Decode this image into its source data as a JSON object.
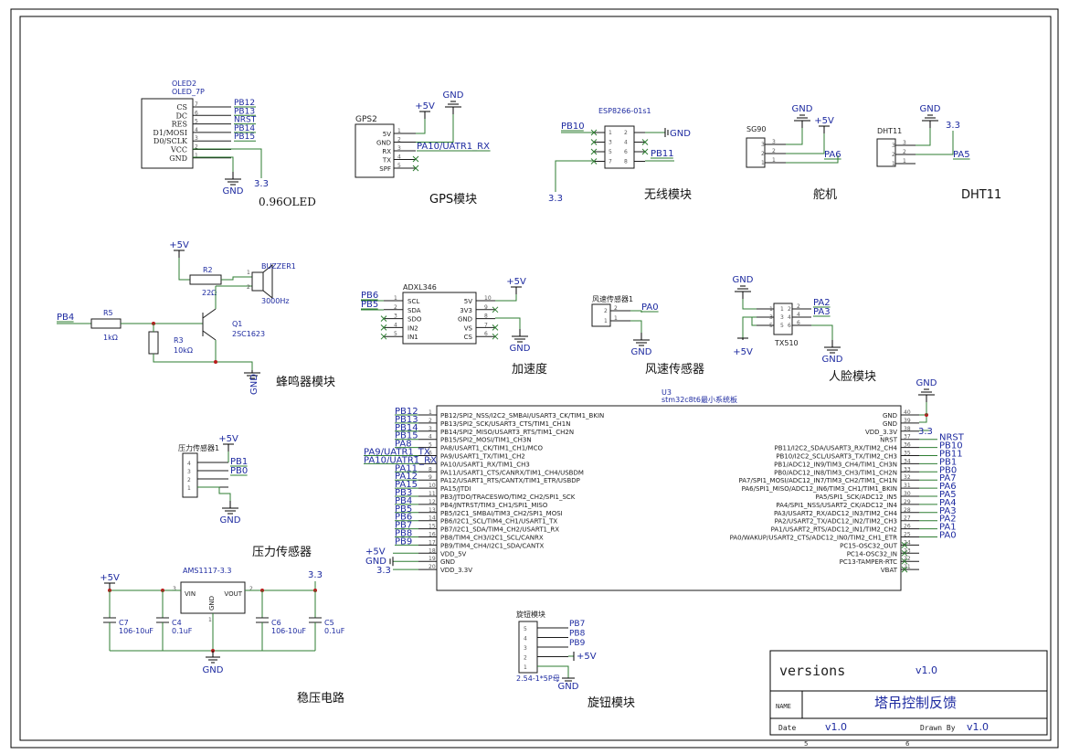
{
  "sheet": {
    "versions_label": "versions",
    "version": "v1.0",
    "title": "塔吊控制反馈",
    "name_label": "NAME",
    "date_label": "Date",
    "date_value": "v1.0",
    "drawn_by_label": "Drawn By",
    "drawn_by_value": "v1.0",
    "col5": "5",
    "col6": "6"
  },
  "power": {
    "v5": "+5V",
    "v33": "3.3",
    "gnd": "GND"
  },
  "oled": {
    "ref": "OLED2",
    "value": "OLED_7P",
    "caption": "0.96OLED",
    "pins": [
      "CS",
      "DC",
      "RES",
      "D1/MOSI",
      "D0/SCLK",
      "VCC",
      "GND"
    ],
    "nums": [
      "7",
      "6",
      "5",
      "4",
      "3",
      "2",
      "1"
    ],
    "nets": [
      "PB12",
      "PB13",
      "NRST",
      "PB14",
      "PB15"
    ]
  },
  "gps": {
    "ref": "GPS2",
    "caption": "GPS模块",
    "pins": [
      "5V",
      "GND",
      "RX",
      "TX",
      "SPF"
    ],
    "nums": [
      "1",
      "2",
      "3",
      "4",
      "5"
    ],
    "net": "PA10/UATR1_RX"
  },
  "esp": {
    "ref": "ESP8266-01s1",
    "caption": "无线模块",
    "left_nums": [
      "1",
      "3",
      "5",
      "7"
    ],
    "right_nums": [
      "2",
      "4",
      "6",
      "8"
    ],
    "nets": [
      "PB10",
      "PB11"
    ]
  },
  "servo": {
    "ref": "SG90",
    "caption": "舵机",
    "nums": [
      "3",
      "2",
      "1"
    ],
    "nets": [
      "PA6"
    ]
  },
  "dht": {
    "ref": "DHT11",
    "caption": "DHT11",
    "nums": [
      "3",
      "2",
      "1"
    ],
    "nets": [
      "PA5"
    ]
  },
  "buzzer": {
    "caption": "蜂鸣器模块",
    "r2": "R2",
    "r2v": "22Ω",
    "r5": "R5",
    "r5v": "1kΩ",
    "r3": "R3",
    "r3v": "10kΩ",
    "q1": "Q1",
    "q1v": "2SC1623",
    "bz": "BUZZER1",
    "bzv": "3000Hz",
    "bzp": [
      "1",
      "2"
    ],
    "net": "PB4"
  },
  "adxl": {
    "ref": "ADXL346",
    "caption": "加速度",
    "left": [
      "SCL",
      "SDA",
      "SDO",
      "IN2",
      "IN1"
    ],
    "left_nums": [
      "1",
      "2",
      "3",
      "4",
      "5"
    ],
    "right": [
      "5V",
      "3V3",
      "GND",
      "VS",
      "CS"
    ],
    "right_nums": [
      "10",
      "9",
      "8",
      "7",
      "6"
    ],
    "nets": [
      "PB6",
      "PB5"
    ]
  },
  "wind": {
    "ref": "风速传感器1",
    "caption": "风速传感器",
    "nums": [
      "2",
      "1"
    ],
    "net": "PA0"
  },
  "face": {
    "ref": "TX510",
    "caption": "人脸模块",
    "nums_l": [
      "1",
      "3",
      "5"
    ],
    "nums_r": [
      "2",
      "4",
      "6"
    ],
    "nets": [
      "PA2",
      "PA3"
    ]
  },
  "pressure": {
    "ref": "压力传感器1",
    "caption": "压力传感器",
    "nums": [
      "4",
      "3",
      "2",
      "1"
    ],
    "nets": [
      "PB1",
      "PB0"
    ]
  },
  "regulator": {
    "ref": "AMS1117-3.3",
    "caption": "稳压电路",
    "vin": "VIN",
    "vout": "VOUT",
    "gndp": "GND",
    "p3": "3",
    "p2": "2",
    "p1": "1",
    "c7": "C7",
    "c7v": "106-10uF",
    "c4": "C4",
    "c4v": "0.1uF",
    "c6": "C6",
    "c6v": "106-10uF",
    "c5": "C5",
    "c5v": "0.1uF"
  },
  "knob": {
    "ref": "旋钮模块",
    "caption": "旋钮模块",
    "footprint": "2.54-1*5P母",
    "nums": [
      "5",
      "4",
      "3",
      "2",
      "1"
    ],
    "nets": [
      "PB7",
      "PB8",
      "PB9"
    ]
  },
  "mcu": {
    "ref": "U3",
    "value": "stm32c8t6最小系统板",
    "left": [
      {
        "n": "1",
        "p": "PB12/SPI2_NSS/I2C2_SMBAI/USART3_CK/TIM1_BKIN",
        "net": "PB12"
      },
      {
        "n": "2",
        "p": "PB13/SPI2_SCK/USART3_CTS/TIM1_CH1N",
        "net": "PB13"
      },
      {
        "n": "3",
        "p": "PB14/SPI2_MISO/USART3_RTS/TIM1_CH2N",
        "net": "PB14"
      },
      {
        "n": "4",
        "p": "PB15/SPI2_MOSI/TIM1_CH3N",
        "net": "PB15"
      },
      {
        "n": "5",
        "p": "PA8/USART1_CK/TIM1_CH1/MCO",
        "net": "PA8"
      },
      {
        "n": "6",
        "p": "PA9/USART1_TX/TIM1_CH2",
        "net": "PA9/UATR1_TX"
      },
      {
        "n": "7",
        "p": "PA10/USART1_RX/TIM1_CH3",
        "net": "PA10/UATR1_RX"
      },
      {
        "n": "8",
        "p": "PA11/USART1_CTS/CANRX/TIM1_CH4/USBDM",
        "net": "PA11"
      },
      {
        "n": "9",
        "p": "PA12/USART1_RTS/CANTX/TIM1_ETR/USBDP",
        "net": "PA12"
      },
      {
        "n": "10",
        "p": "PA15/JTDI",
        "net": "PA15"
      },
      {
        "n": "11",
        "p": "PB3/JTDO/TRACESWO/TIM2_CH2/SPI1_SCK",
        "net": "PB3"
      },
      {
        "n": "12",
        "p": "PB4/JNTRST/TIM3_CH1/SPI1_MISO",
        "net": "PB4"
      },
      {
        "n": "13",
        "p": "PB5/I2C1_SMBAI/TIM3_CH2/SPI1_MOSI",
        "net": "PB5"
      },
      {
        "n": "14",
        "p": "PB6/I2C1_SCL/TIM4_CH1/USART1_TX",
        "net": "PB6"
      },
      {
        "n": "15",
        "p": "PB7/I2C1_SDA/TIM4_CH2/USART1_RX",
        "net": "PB7"
      },
      {
        "n": "16",
        "p": "PB8/TIM4_CH3/I2C1_SCL/CANRX",
        "net": "PB8"
      },
      {
        "n": "17",
        "p": "PB9/TIM4_CH4/I2C1_SDA/CANTX",
        "net": "PB9"
      },
      {
        "n": "18",
        "p": "VDD_5V",
        "net": "+5V"
      },
      {
        "n": "19",
        "p": "GND",
        "net": "GND"
      },
      {
        "n": "20",
        "p": "VDD_3.3V",
        "net": "3.3"
      }
    ],
    "right": [
      {
        "n": "40",
        "p": "GND",
        "net": ""
      },
      {
        "n": "39",
        "p": "GND",
        "net": ""
      },
      {
        "n": "38",
        "p": "VDD_3.3V",
        "net": "3.3"
      },
      {
        "n": "37",
        "p": "NRST",
        "net": "NRST"
      },
      {
        "n": "36",
        "p": "PB11/I2C2_SDA/USART3_RX/TIM2_CH4",
        "net": "PB10"
      },
      {
        "n": "35",
        "p": "PB10/I2C2_SCL/USART3_TX/TIM2_CH3",
        "net": "PB11"
      },
      {
        "n": "34",
        "p": "PB1/ADC12_IN9/TIM3_CH4/TIM1_CH3N",
        "net": "PB1"
      },
      {
        "n": "33",
        "p": "PB0/ADC12_IN8/TIM3_CH3/TIM1_CH2N",
        "net": "PB0"
      },
      {
        "n": "32",
        "p": "PA7/SPI1_MOSI/ADC12_IN7/TIM3_CH2/TIM1_CH1N",
        "net": "PA7"
      },
      {
        "n": "31",
        "p": "PA6/SPI1_MISO/ADC12_IN6/TIM3_CH1/TIM1_BKIN",
        "net": "PA6"
      },
      {
        "n": "30",
        "p": "PA5/SPI1_SCK/ADC12_IN5",
        "net": "PA5"
      },
      {
        "n": "29",
        "p": "PA4/SPI1_NSS/USART2_CK/ADC12_IN4",
        "net": "PA4"
      },
      {
        "n": "28",
        "p": "PA3/USART2_RX/ADC12_IN3/TIM2_CH4",
        "net": "PA3"
      },
      {
        "n": "27",
        "p": "PA2/USART2_TX/ADC12_IN2/TIM2_CH3",
        "net": "PA2"
      },
      {
        "n": "26",
        "p": "PA1/USART2_RTS/ADC12_IN1/TIM2_CH2",
        "net": "PA1"
      },
      {
        "n": "25",
        "p": "PA0/WAKUP/USART2_CTS/ADC12_IN0/TIM2_CH1_ETR",
        "net": "PA0"
      },
      {
        "n": "24",
        "p": "PC15-OSC32_OUT",
        "net": ""
      },
      {
        "n": "23",
        "p": "PC14-OSC32_IN",
        "net": ""
      },
      {
        "n": "22",
        "p": "PC13-TAMPER-RTC",
        "net": ""
      },
      {
        "n": "21",
        "p": "VBAT",
        "net": ""
      }
    ]
  }
}
